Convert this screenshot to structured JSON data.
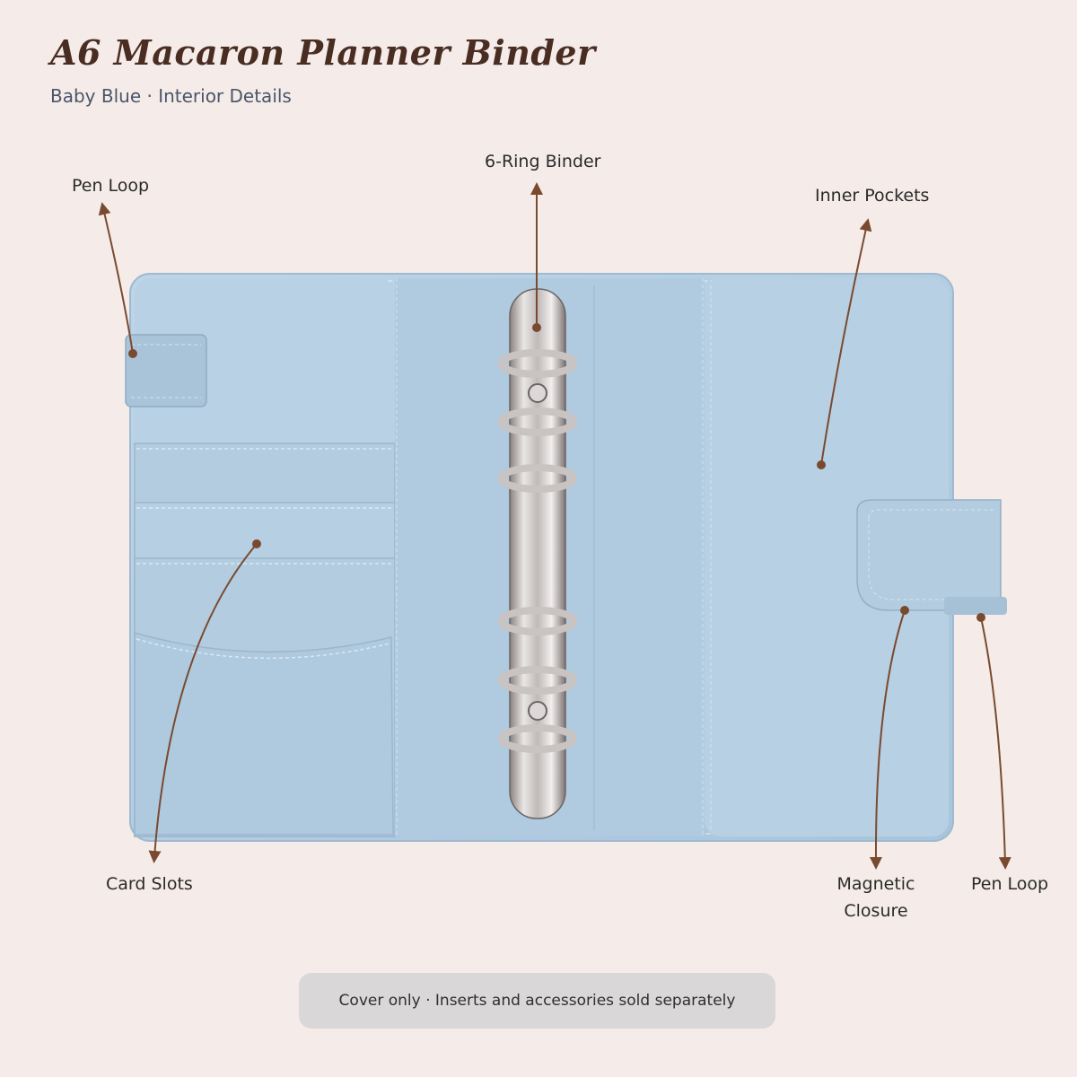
{
  "header": {
    "title": "A6 Macaron Planner Binder",
    "subtitle": "Baby Blue · Interior Details"
  },
  "callouts": {
    "pen_loop_left": "Pen Loop",
    "ring_binder": "6-Ring Binder",
    "inner_pockets": "Inner Pockets",
    "card_slots": "Card Slots",
    "magnetic_closure_line1": "Magnetic",
    "magnetic_closure_line2": "Closure",
    "pen_loop_right": "Pen Loop"
  },
  "footer": {
    "note": "Cover only · Inserts and accessories sold separately"
  },
  "colors": {
    "background": "#f5ece9",
    "binder": "#b6cfe2",
    "leader_line": "#7a4a30",
    "title": "#4a2d22"
  }
}
